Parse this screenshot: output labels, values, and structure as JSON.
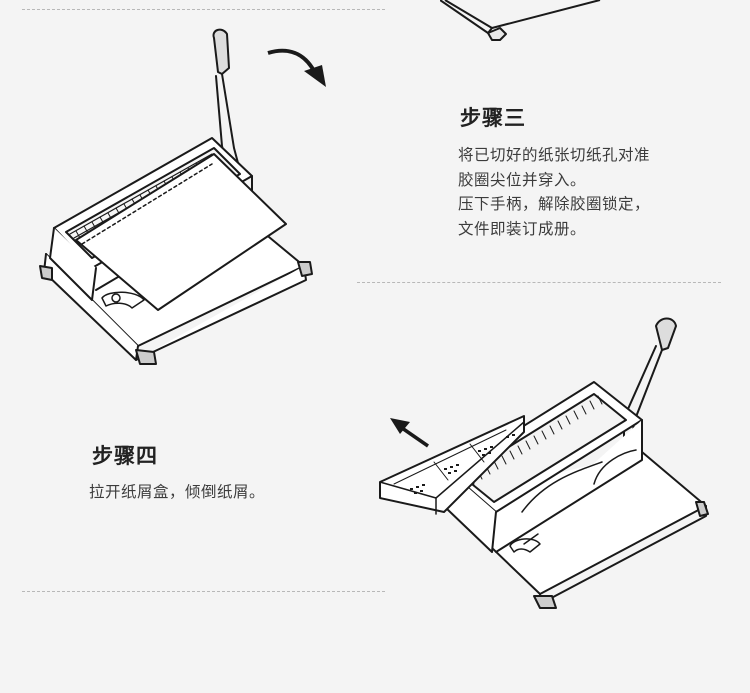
{
  "step3": {
    "title": "步骤三",
    "lines": [
      "将已切好的纸张切纸孔对准",
      "胶圈尖位并穿入。",
      "压下手柄，解除胶圈锁定，",
      "文件即装订成册。"
    ]
  },
  "step4": {
    "title": "步骤四",
    "lines": [
      "拉开纸屑盒，倾倒纸屑。"
    ]
  },
  "icons": {
    "arrow_step3": "curved-arrow-icon",
    "arrow_step4": "straight-arrow-icon"
  }
}
